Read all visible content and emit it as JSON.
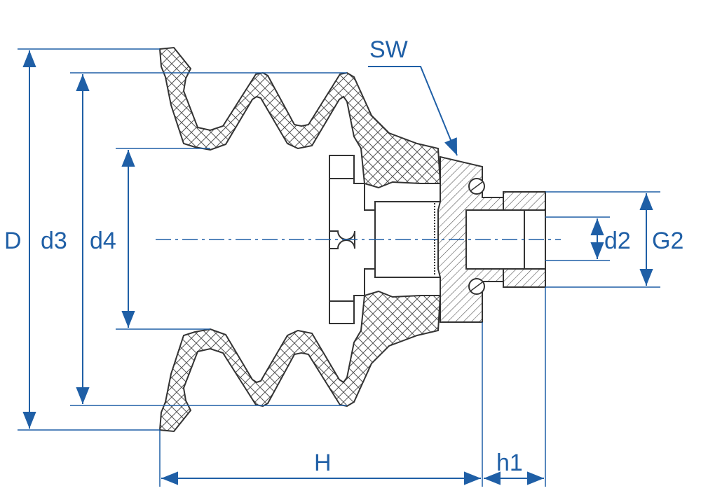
{
  "labels": {
    "D": "D",
    "d3": "d3",
    "d4": "d4",
    "d2": "d2",
    "G2": "G2",
    "SW": "SW",
    "H": "H",
    "h1": "h1"
  },
  "colors": {
    "dimension": "#1f5fa6",
    "outline": "#333333",
    "hatch": "#555555",
    "background": "#ffffff"
  }
}
